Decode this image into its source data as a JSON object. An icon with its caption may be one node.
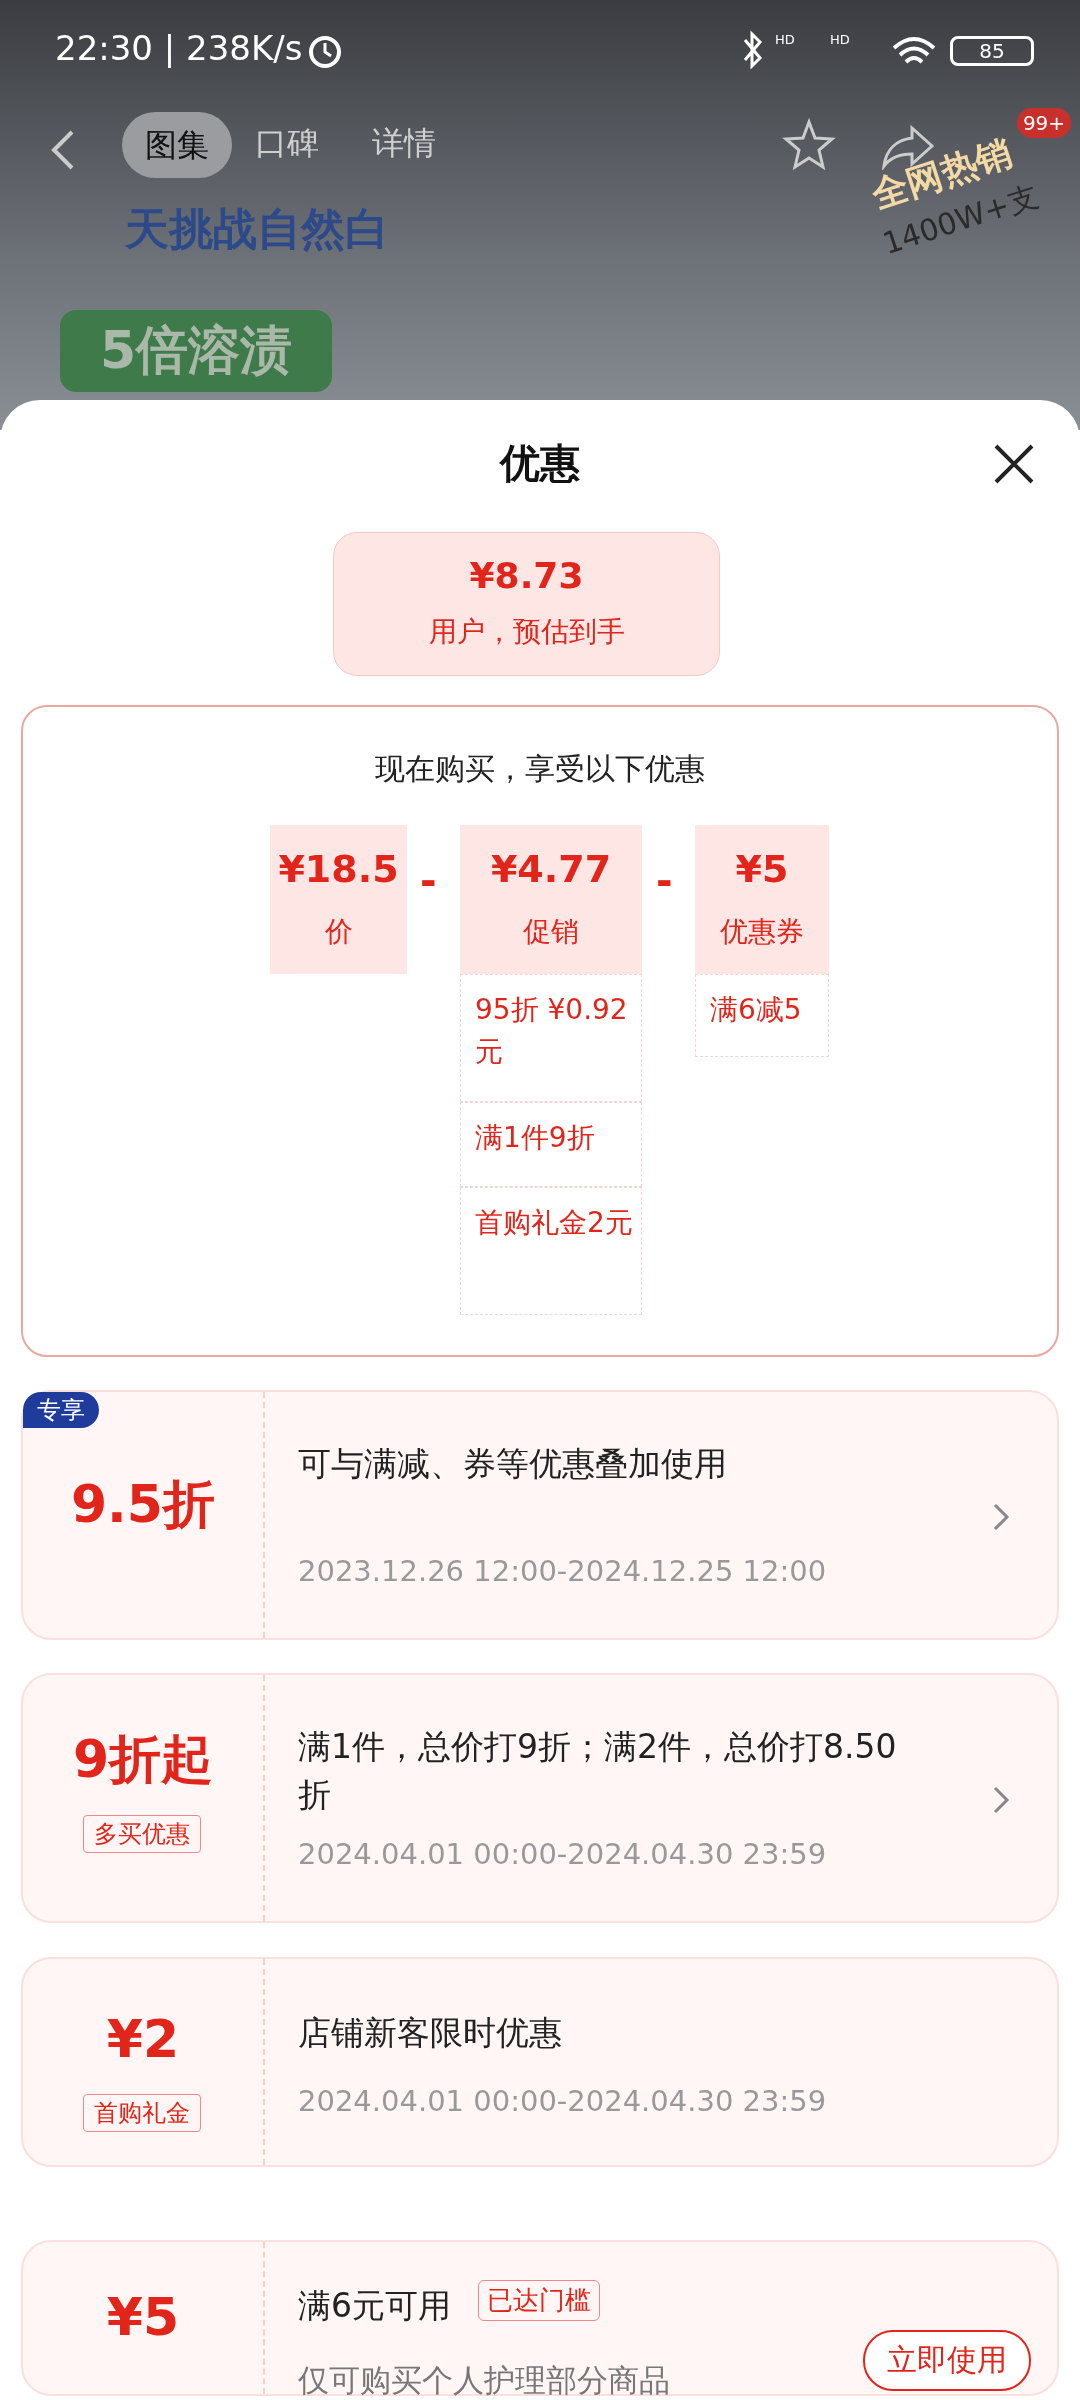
{
  "diagram": {
    "title": "优惠",
    "nodes": [
      {
        "text": [
          "¥8.73",
          "用户，预估到手"
        ]
      },
      {
        "text": [
          "现在购买，享受以下优惠"
        ]
      },
      {
        "text": [
          "¥18.5",
          "价"
        ],
        "in": 1
      },
      {
        "text": [
          "¥4.77",
          "促销"
        ],
        "in": 1
      },
      {
        "text": [
          "¥5",
          "优惠券"
        ],
        "in": 1
      },
      {
        "text": [
          "95折 ¥0.92元"
        ],
        "in": 1
      },
      {
        "text": [
          "满1件9折"
        ],
        "in": 1
      },
      {
        "text": [
          "首购礼金2元"
        ],
        "in": 1
      },
      {
        "text": [
          "满6减5"
        ],
        "in": 1
      },
      {
        "text": [
          "专享",
          "9.5折",
          "可与满减、券等优惠叠加使用",
          "2023.12.26 12:00-2024.12.25 12:00"
        ]
      },
      {
        "text": [
          "9折起",
          "多买优惠",
          "满1件，总价打9折；满2件，总价打8.50折",
          "2024.04.01 00:00-2024.04.30 23:59"
        ]
      },
      {
        "text": [
          "¥2",
          "首购礼金",
          "店铺新客限时优惠",
          "2024.04.01 00:00-2024.04.30 23:59"
        ]
      },
      {
        "text": [
          "¥5",
          "满6元可用",
          "已达门槛",
          "仅可购买个人护理部分商品",
          "立即使用"
        ]
      }
    ],
    "labels": [
      "22:30 | 238K/s",
      "HD",
      "HD",
      "85",
      "图集",
      "口碑",
      "详情",
      "99+",
      "天挑战自然白",
      "5倍溶渍",
      "全网热销",
      "1400W+支",
      "-",
      "-"
    ]
  }
}
